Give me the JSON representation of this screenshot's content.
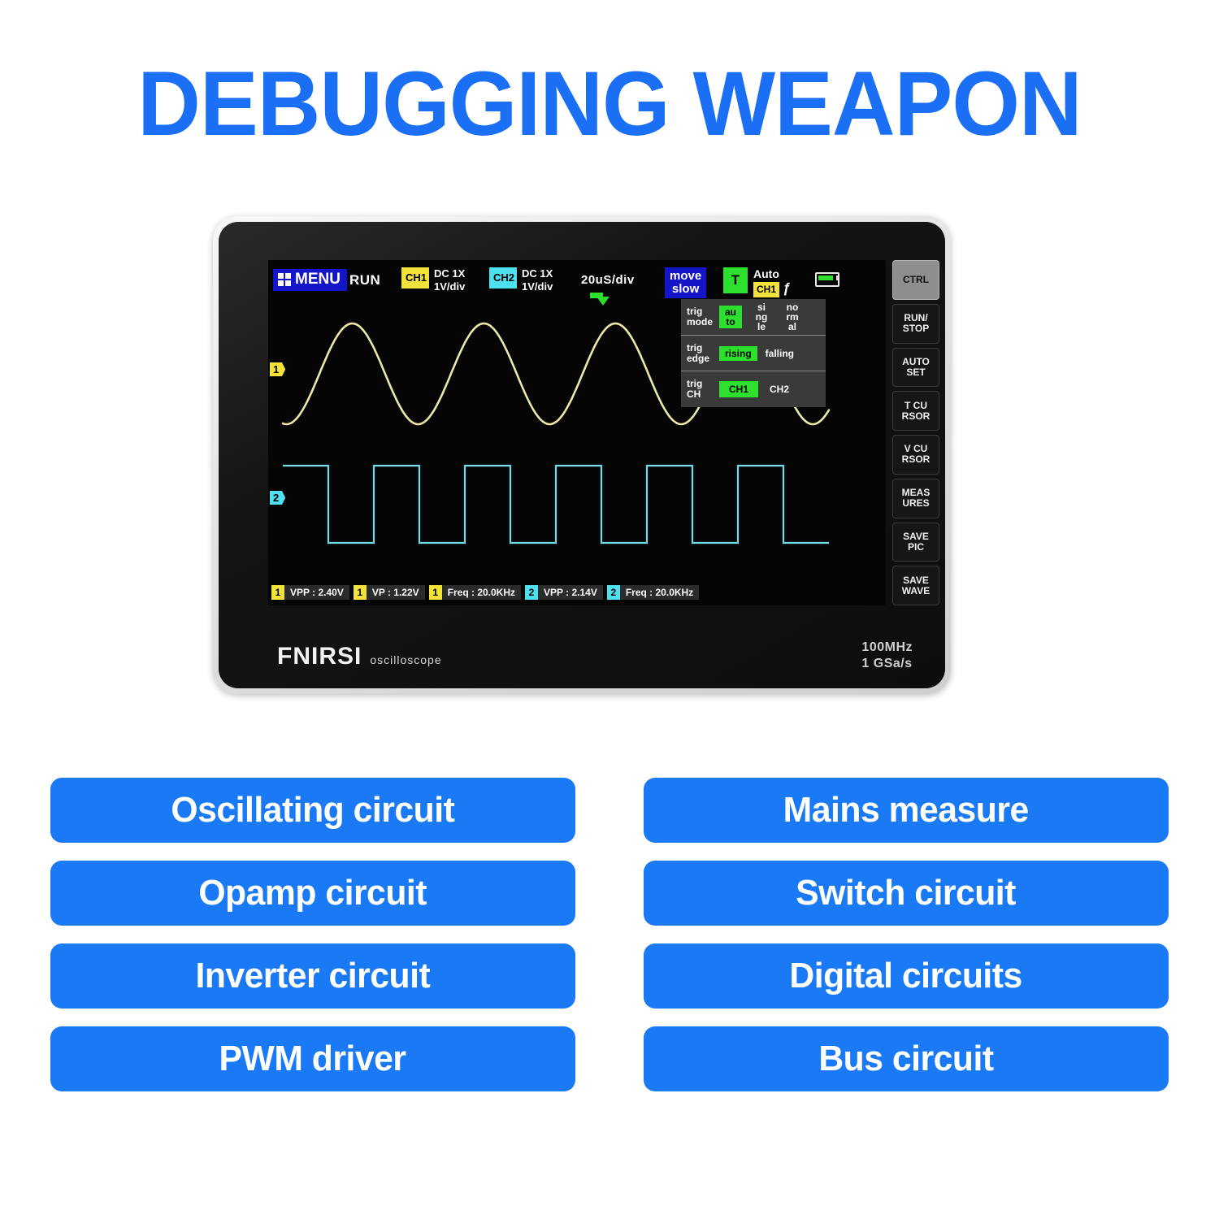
{
  "headline": "DEBUGGING WEAPON",
  "device": {
    "brand": "FNIRSI",
    "brand_sub": "oscilloscope",
    "spec_bandwidth": "100MHz",
    "spec_samplerate": "1 GSa/s"
  },
  "topbar": {
    "menu_label": "MENU",
    "run_label": "RUN",
    "ch1_badge": "CH1",
    "ch1_coupling": "DC  1X",
    "ch1_scale": "1V/div",
    "ch2_badge": "CH2",
    "ch2_coupling": "DC  1X",
    "ch2_scale": "1V/div",
    "timebase": "20uS/div",
    "move_line1": "move",
    "move_line2": "slow",
    "trig_t": "T",
    "trig_mode_status": "Auto",
    "trig_source_badge": "CH1",
    "trig_edge_symbol": "ƒ"
  },
  "trig_menu": {
    "rows": [
      {
        "label_line1": "trig",
        "label_line2": "mode",
        "options": [
          {
            "text": "au\nto",
            "selected": true
          },
          {
            "text": "si\nng\nle",
            "selected": false
          },
          {
            "text": "no\nrm\nal",
            "selected": false
          }
        ]
      },
      {
        "label_line1": "trig",
        "label_line2": "edge",
        "options": [
          {
            "text": "rising",
            "selected": true
          },
          {
            "text": "falling",
            "selected": false
          }
        ]
      },
      {
        "label_line1": "trig",
        "label_line2": "CH",
        "options": [
          {
            "text": "CH1",
            "selected": true
          },
          {
            "text": "CH2",
            "selected": false
          }
        ]
      }
    ]
  },
  "channels": {
    "ch1_tag": "1",
    "ch2_tag": "2",
    "ch1_color": "#ece8a8",
    "ch2_color": "#6fdce8",
    "ch1_badge_color": "#f2e23a",
    "ch2_badge_color": "#4fe0f0"
  },
  "measurements": [
    {
      "ch": "1",
      "text": "VPP : 2.40V"
    },
    {
      "ch": "1",
      "text": "VP  : 1.22V"
    },
    {
      "ch": "1",
      "text": "Freq : 20.0KHz"
    },
    {
      "ch": "2",
      "text": "VPP : 2.14V"
    },
    {
      "ch": "2",
      "text": "Freq : 20.0KHz"
    }
  ],
  "side_buttons": [
    {
      "line1": "CTRL",
      "line2": "",
      "active": true
    },
    {
      "line1": "RUN/",
      "line2": "STOP",
      "active": false
    },
    {
      "line1": "AUTO",
      "line2": "SET",
      "active": false
    },
    {
      "line1": "T  CU",
      "line2": "RSOR",
      "active": false
    },
    {
      "line1": "V  CU",
      "line2": "RSOR",
      "active": false
    },
    {
      "line1": "MEAS",
      "line2": "URES",
      "active": false
    },
    {
      "line1": "SAVE",
      "line2": "PIC",
      "active": false
    },
    {
      "line1": "SAVE",
      "line2": "WAVE",
      "active": false
    }
  ],
  "features": [
    "Oscillating circuit",
    "Mains measure",
    "Opamp circuit",
    "Switch circuit",
    "Inverter circuit",
    "Digital circuits",
    "PWM driver",
    "Bus circuit"
  ],
  "colors": {
    "accent_blue": "#1a7af5",
    "headline_blue": "#1a6ff5",
    "green": "#2ee02e",
    "menu_blue": "#1414c8"
  },
  "chart_data": {
    "type": "line",
    "title": "Oscilloscope traces",
    "series": [
      {
        "name": "CH1 sine",
        "waveform": "sine",
        "color": "#ece8a8",
        "cycles": 4.15,
        "vpp_v": 2.4,
        "vp_v": 1.22,
        "freq_khz": 20.0,
        "phase_deg": -100
      },
      {
        "name": "CH2 square",
        "waveform": "square",
        "color": "#6fdce8",
        "cycles": 6.0,
        "vpp_v": 2.14,
        "freq_khz": 20.0,
        "duty_pct": 50
      }
    ],
    "xlabel": "20uS/div",
    "ylabel": "1V/div",
    "grid": false
  }
}
